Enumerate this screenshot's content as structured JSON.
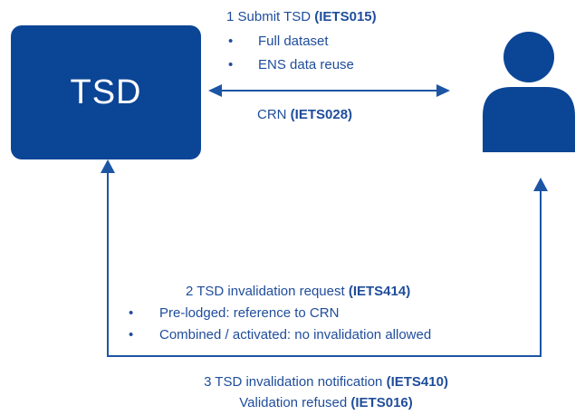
{
  "tsd_box": {
    "label": "TSD"
  },
  "top_message": {
    "line1_prefix": "1 Submit TSD ",
    "line1_code": "(IETS015)",
    "bullets": [
      "Full dataset",
      "ENS data reuse"
    ]
  },
  "crn_message": {
    "prefix": "CRN ",
    "code": "(IETS028)"
  },
  "request_message": {
    "line1_prefix": "2 TSD invalidation request ",
    "line1_code": "(IETS414)",
    "bullets": [
      "Pre-lodged: reference to CRN",
      "Combined / activated: no invalidation allowed"
    ]
  },
  "notification_message": {
    "line1_prefix": "3 TSD invalidation notification ",
    "line1_code": "(IETS410)",
    "line2_prefix": "Validation refused ",
    "line2_code": "(IETS016)"
  },
  "colors": {
    "box": "#0b4596",
    "line": "#1d55a5",
    "text": "#1f4d9b"
  },
  "icons": {
    "person": "person-icon",
    "bullet": "bullet-dot"
  }
}
